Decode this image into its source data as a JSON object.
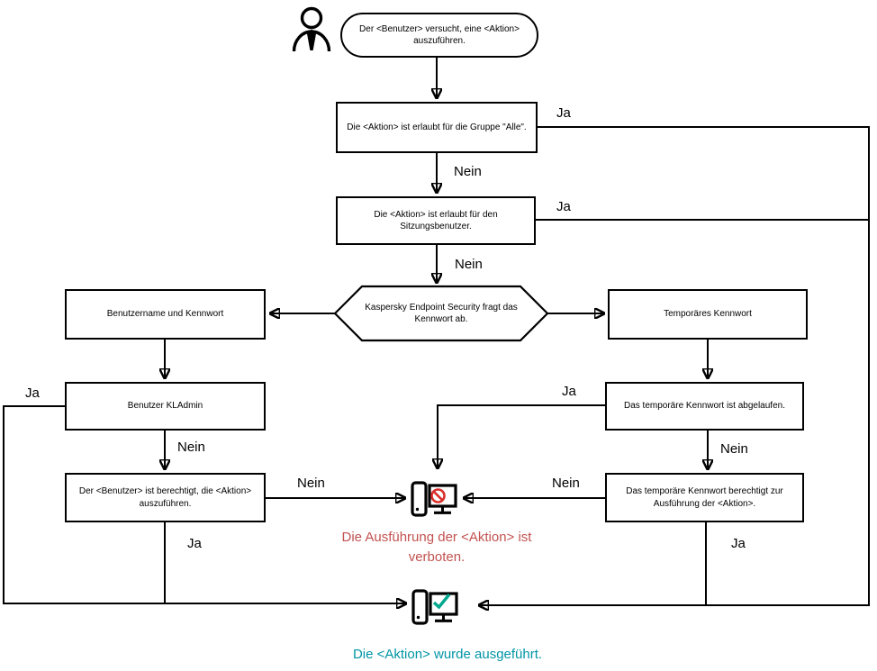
{
  "nodes": {
    "start": "Der <Benutzer> versucht, eine <Aktion> auszuführen.",
    "group_allowed": "Die <Aktion> ist erlaubt für die Gruppe \"Alle\".",
    "session_allowed": "Die <Aktion> ist erlaubt für den Sitzungsbenutzer.",
    "password_prompt": "Kaspersky Endpoint Security fragt das Kennwort ab.",
    "username_password": "Benutzername und Kennwort",
    "temporary_password": "Temporäres Kennwort",
    "kladmin": "Benutzer KLAdmin",
    "temp_expired": "Das temporäre Kennwort ist abgelaufen.",
    "user_authorized": "Der <Benutzer> ist berechtigt, die <Aktion> auszuführen.",
    "temp_authorizes": "Das temporäre Kennwort berechtigt zur Ausführung der <Aktion>."
  },
  "labels": {
    "ja": "Ja",
    "nein": "Nein"
  },
  "outcomes": {
    "forbidden": "Die Ausführung der <Aktion> ist verboten.",
    "executed": "Die <Aktion> wurde ausgeführt."
  },
  "colors": {
    "line": "#000000",
    "node_border": "#000000",
    "forbidden_text": "#c25250",
    "executed_text": "#0095a5",
    "prohibition_sign": "#d9302c",
    "checkmark": "#00a88e"
  },
  "icons": {
    "user": "user-icon",
    "blocked": "computer-blocked-icon",
    "executed": "computer-check-icon"
  }
}
